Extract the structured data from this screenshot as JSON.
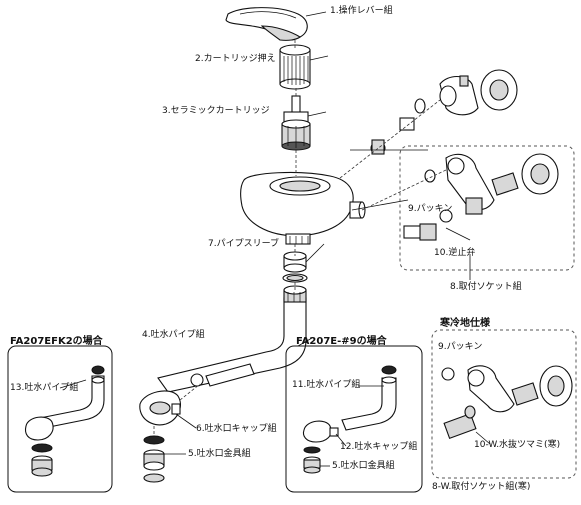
{
  "labels": {
    "lever": "1.操作レバー組",
    "cartridge_holder": "2.カートリッジ押え",
    "ceramic_cartridge": "3.セラミックカートリッジ",
    "packing_main": "9.パッキン",
    "check_valve": "10.逆止弁",
    "pipe_sleeve": "7.パイプスリーブ",
    "socket_set": "8.取付ソケット組",
    "spout_pipe": "4.吐水パイプ組",
    "spout_cap": "6.吐水口キャップ組",
    "spout_fitting": "5.吐水口金具組",
    "spout_pipe_13": "13.吐水パイプ組",
    "spout_pipe_11": "11.吐水パイプ組",
    "spout_cap_12": "12.吐水キャップ組",
    "spout_fitting_5b": "5.吐水口金具組",
    "packing_cold": "9.パッキン",
    "drain_knob": "10-W.水抜ツマミ(寒)",
    "socket_set_cold": "8-W.取付ソケット組(寒)"
  },
  "headers": {
    "left_box": "FA207EFK2の場合",
    "center_box": "FA207E-#9の場合",
    "cold_box": "寒冷地仕様"
  }
}
